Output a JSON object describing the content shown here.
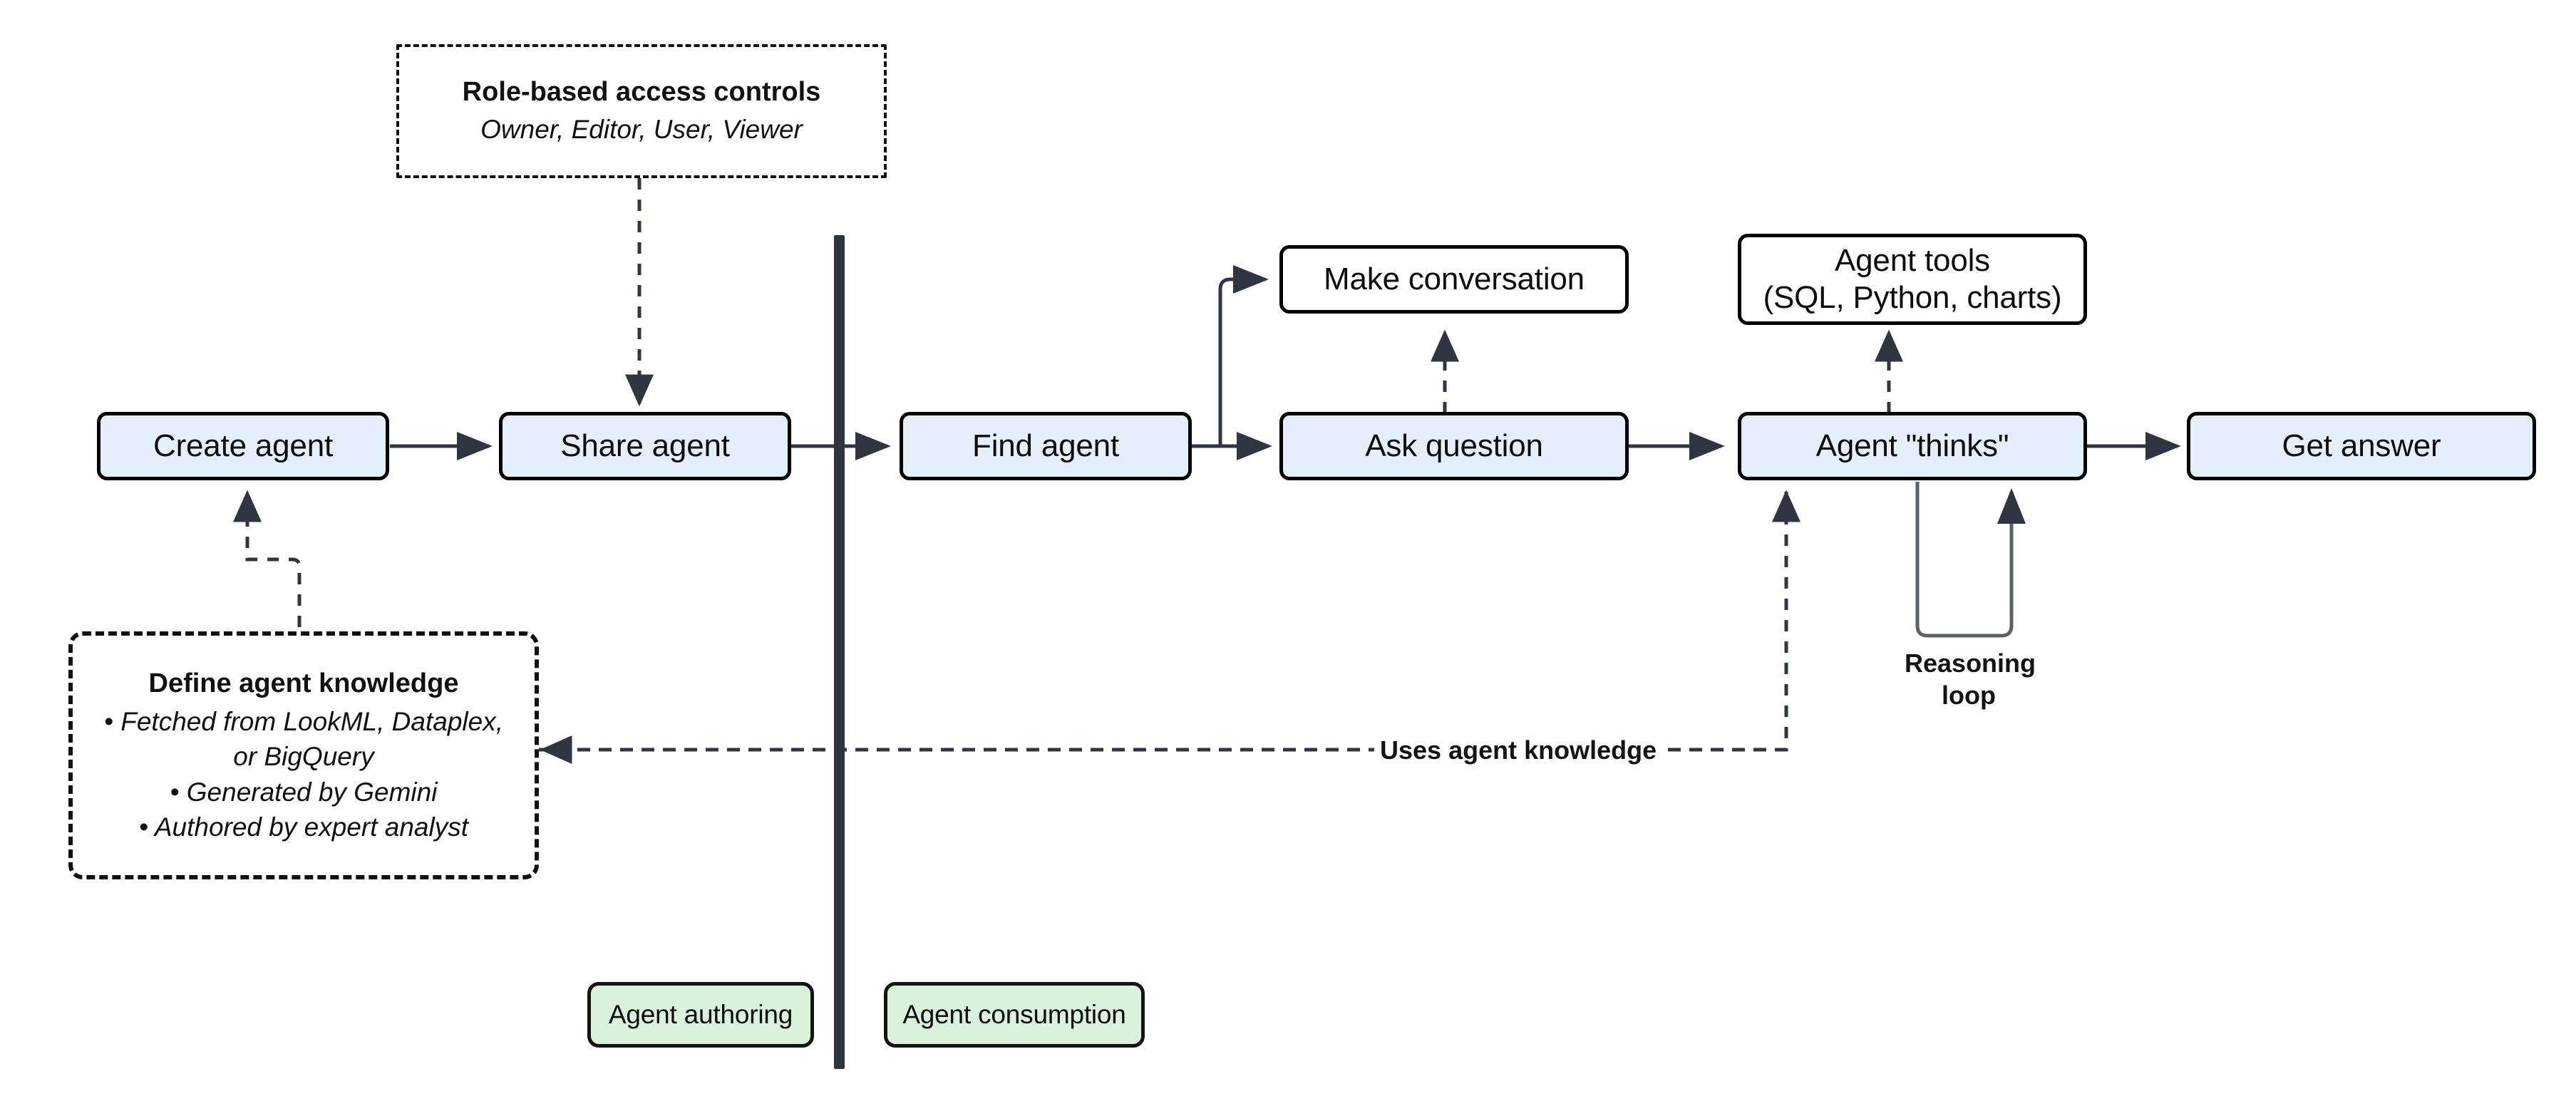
{
  "diagram": {
    "title_present": false,
    "colors": {
      "process_fill": "#e4effb",
      "plain_fill": "#ffffff",
      "legend_fill": "#d9f2dc",
      "stroke": "#000000",
      "divider": "#2e343e",
      "arrow": "#2f3641"
    },
    "authoring": {
      "nodes": [
        {
          "id": "create-agent",
          "label": "Create agent",
          "type": "process"
        },
        {
          "id": "share-agent",
          "label": "Share agent",
          "type": "process"
        }
      ],
      "rbac_note": {
        "title": "Role-based access controls",
        "subtitle": "Owner, Editor, User, Viewer"
      },
      "knowledge_note": {
        "title": "Define agent knowledge",
        "items": [
          "• Fetched from LookML, Dataplex, or BigQuery",
          "• Generated by Gemini",
          "• Authored by expert analyst"
        ]
      }
    },
    "consumption": {
      "nodes": [
        {
          "id": "find-agent",
          "label": "Find agent",
          "type": "process"
        },
        {
          "id": "make-conversation",
          "label": "Make conversation",
          "type": "plain"
        },
        {
          "id": "ask-question",
          "label": "Ask question",
          "type": "process"
        },
        {
          "id": "agent-tools",
          "label": "Agent tools\n(SQL, Python, charts)",
          "type": "plain"
        },
        {
          "id": "agent-thinks",
          "label": "Agent \"thinks\"",
          "type": "process"
        },
        {
          "id": "get-answer",
          "label": "Get answer",
          "type": "process"
        }
      ],
      "agent_tools_line1": "Agent tools",
      "agent_tools_line2": "(SQL, Python, charts)",
      "reasoning_loop_line1": "Reasoning",
      "reasoning_loop_line2": "loop"
    },
    "edges": {
      "uses_agent_knowledge": "Uses agent knowledge"
    },
    "legend": {
      "authoring": "Agent authoring",
      "consumption": "Agent consumption"
    }
  }
}
